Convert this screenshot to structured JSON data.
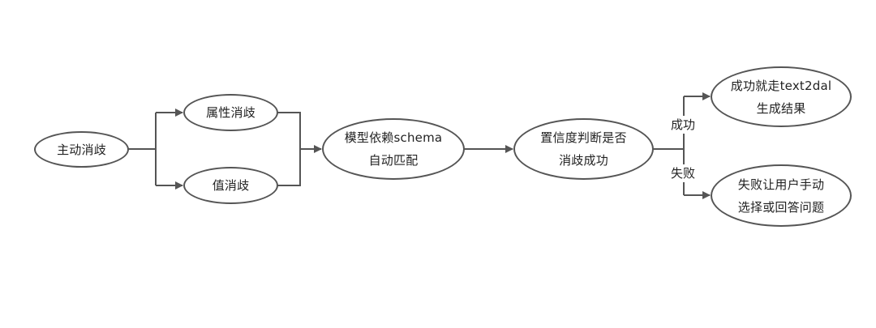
{
  "diagram": {
    "nodes": {
      "active_disambiguation": {
        "lines": [
          "主动消歧"
        ]
      },
      "attribute_disambiguation": {
        "lines": [
          "属性消歧"
        ]
      },
      "value_disambiguation": {
        "lines": [
          "值消歧"
        ]
      },
      "schema_matching": {
        "lines": [
          "模型依赖schema",
          "自动匹配"
        ]
      },
      "confidence_check": {
        "lines": [
          "置信度判断是否",
          "消歧成功"
        ]
      },
      "success_result": {
        "lines": [
          "成功就走text2dal",
          "生成结果"
        ]
      },
      "failure_manual": {
        "lines": [
          "失败让用户手动",
          "选择或回答问题"
        ]
      }
    },
    "edge_labels": {
      "success": "成功",
      "failure": "失败"
    },
    "colors": {
      "stroke": "#555555",
      "text": "#222222",
      "background": "#ffffff"
    }
  }
}
